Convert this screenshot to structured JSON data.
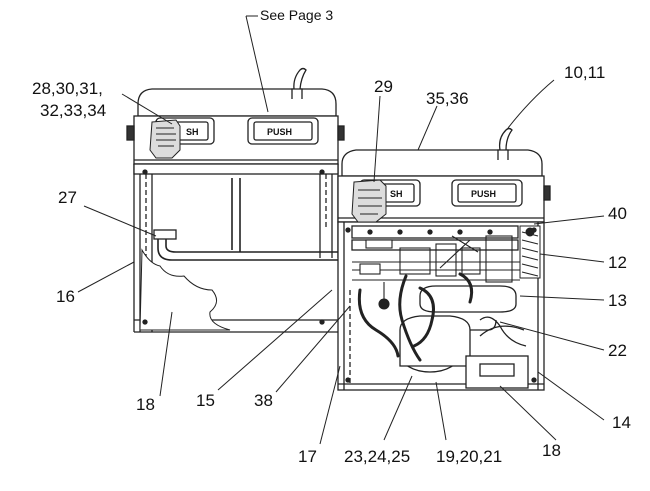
{
  "labels": {
    "see_page": "See Page 3",
    "l28": "28,30,31,",
    "l32": "32,33,34",
    "l29": "29",
    "l35": "35,36",
    "l10": "10,11",
    "l27": "27",
    "l40": "40",
    "l12": "12",
    "l16": "16",
    "l13": "13",
    "l22": "22",
    "l18a": "18",
    "l15": "15",
    "l38": "38",
    "l14": "14",
    "l17": "17",
    "l23": "23,24,25",
    "l19": "19,20,21",
    "l18b": "18"
  },
  "buttons": {
    "rear_left_partial": "SH",
    "rear_right": "PUSH",
    "front_left_partial": "SH",
    "front_right": "PUSH"
  },
  "colors": {
    "line": "#222222",
    "background": "#ffffff"
  }
}
